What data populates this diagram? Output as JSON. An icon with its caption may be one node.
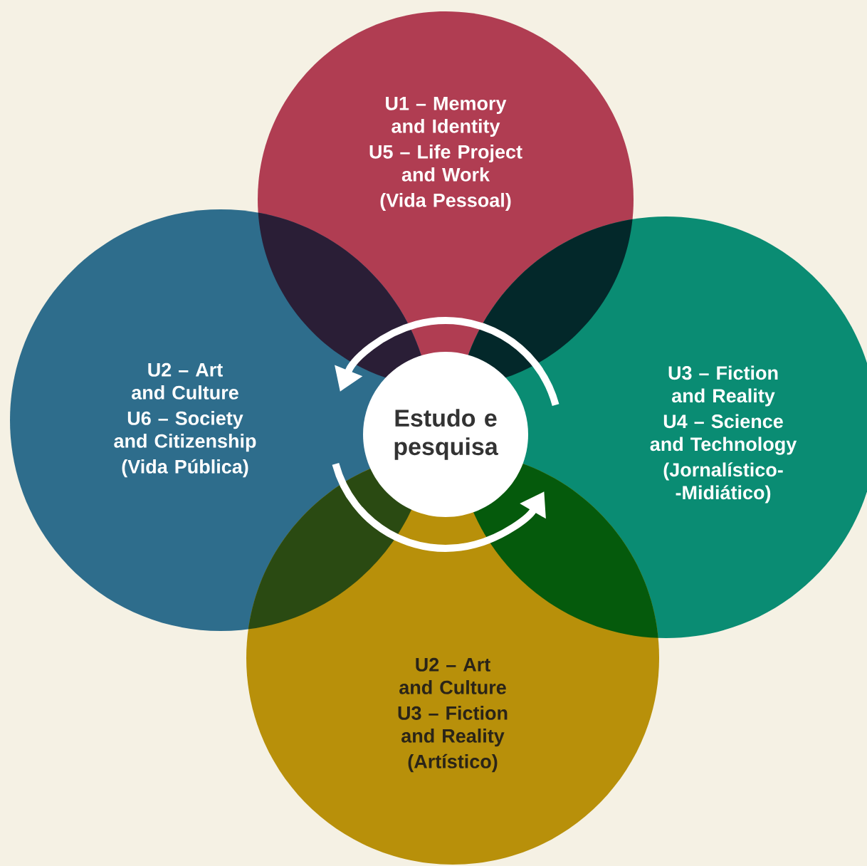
{
  "diagram": {
    "nodes": [
      {
        "text": [
          "U1 – Memory and Identity",
          "U5 – Life Project and Work",
          "(Vida Pessoal)"
        ]
      },
      {
        "text": [
          "U2 – Art and Culture",
          "U6 – Society and Citizenship",
          "(Vida Pública)"
        ]
      },
      {
        "text": [
          "U3 – Fiction and Reality",
          "U4 – Science and Technology",
          "(Jornalístico--Midiático)"
        ]
      },
      {
        "text": [
          "U2 – Art and Culture",
          "U3 – Fiction and Reality",
          "(Artístico)"
        ]
      },
      {
        "text": [
          "Estudo e pesquisa"
        ]
      }
    ]
  }
}
